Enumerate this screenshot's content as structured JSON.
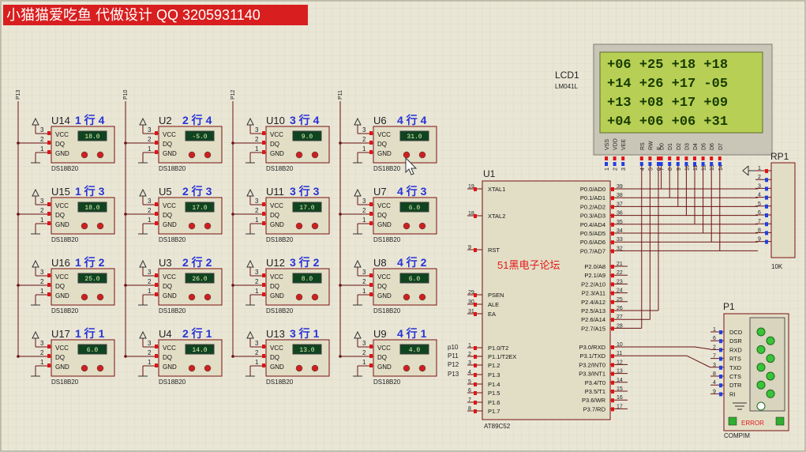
{
  "banner": "小猫猫爱吃鱼 代做设计 QQ 3205931140",
  "colors": {
    "banner_bg": "#d81e1e",
    "lcd_bg": "#b7cf54",
    "lcd_text": "#173b00",
    "blue_label": "#2632d6",
    "red_text": "#e21a1a",
    "wire": "#7a1010",
    "pin_red": "#e01414",
    "pin_blue": "#2040e0"
  },
  "lcd": {
    "ref": "LCD1",
    "part": "LM041L",
    "rows": [
      "+06 +25 +18 +18",
      "+14 +26 +17 -05",
      "+13 +08 +17 +09",
      "+04 +06 +06 +31"
    ],
    "pin_names": [
      "VSS",
      "VDD",
      "VEE",
      "RS",
      "RW",
      "E",
      "D0",
      "D1",
      "D2",
      "D3",
      "D4",
      "D5",
      "D6",
      "D7"
    ],
    "pin_numbers": [
      "1",
      "2",
      "3",
      "4",
      "5",
      "6",
      "7",
      "8",
      "9",
      "10",
      "11",
      "12",
      "13",
      "14"
    ]
  },
  "bus_labels": [
    "P13",
    "P10",
    "P12",
    "P11"
  ],
  "sensor_common": {
    "vcc": "VCC",
    "dq": "DQ",
    "gnd": "GND",
    "part": "DS18B20",
    "pin1": "1",
    "pin2": "2",
    "pin3": "3"
  },
  "sensors": [
    {
      "ref": "U14",
      "label": "1 行 4",
      "value": "18.0"
    },
    {
      "ref": "U15",
      "label": "1 行 3",
      "value": "18.0"
    },
    {
      "ref": "U16",
      "label": "1 行 2",
      "value": "25.0"
    },
    {
      "ref": "U17",
      "label": "1 行 1",
      "value": "6.0"
    },
    {
      "ref": "U2",
      "label": "2 行 4",
      "value": "-5.0"
    },
    {
      "ref": "U5",
      "label": "2 行 3",
      "value": "17.0"
    },
    {
      "ref": "U3",
      "label": "2 行 2",
      "value": "26.0"
    },
    {
      "ref": "U4",
      "label": "2 行 1",
      "value": "14.0"
    },
    {
      "ref": "U10",
      "label": "3 行 4",
      "value": "9.0"
    },
    {
      "ref": "U11",
      "label": "3 行 3",
      "value": "17.0"
    },
    {
      "ref": "U12",
      "label": "3 行 2",
      "value": "8.0"
    },
    {
      "ref": "U13",
      "label": "3 行 1",
      "value": "13.0"
    },
    {
      "ref": "U6",
      "label": "4 行 4",
      "value": "31.0"
    },
    {
      "ref": "U7",
      "label": "4 行 3",
      "value": "6.0"
    },
    {
      "ref": "U8",
      "label": "4 行 2",
      "value": "6.0"
    },
    {
      "ref": "U9",
      "label": "4 行 1",
      "value": "4.0"
    }
  ],
  "mcu": {
    "ref": "U1",
    "part": "AT89C52",
    "watermark": "51黑电子论坛",
    "left_pins": [
      {
        "num": "19",
        "name": "XTAL1"
      },
      {
        "num": "18",
        "name": "XTAL2"
      },
      {
        "num": "9",
        "name": "RST"
      },
      {
        "num": "29",
        "name": "PSEN"
      },
      {
        "num": "30",
        "name": "ALE"
      },
      {
        "num": "31",
        "name": "EA"
      },
      {
        "num": "1",
        "name": "P1.0/T2"
      },
      {
        "num": "2",
        "name": "P1.1/T2EX"
      },
      {
        "num": "3",
        "name": "P1.2"
      },
      {
        "num": "4",
        "name": "P1.3"
      },
      {
        "num": "5",
        "name": "P1.4"
      },
      {
        "num": "6",
        "name": "P1.5"
      },
      {
        "num": "7",
        "name": "P1.6"
      },
      {
        "num": "8",
        "name": "P1.7"
      }
    ],
    "right_pins": [
      {
        "num": "39",
        "name": "P0.0/AD0"
      },
      {
        "num": "38",
        "name": "P0.1/AD1"
      },
      {
        "num": "37",
        "name": "P0.2/AD2"
      },
      {
        "num": "36",
        "name": "P0.3/AD3"
      },
      {
        "num": "35",
        "name": "P0.4/AD4"
      },
      {
        "num": "34",
        "name": "P0.5/AD5"
      },
      {
        "num": "33",
        "name": "P0.6/AD6"
      },
      {
        "num": "32",
        "name": "P0.7/AD7"
      },
      {
        "num": "21",
        "name": "P2.0/A8"
      },
      {
        "num": "22",
        "name": "P2.1/A9"
      },
      {
        "num": "23",
        "name": "P2.2/A10"
      },
      {
        "num": "24",
        "name": "P2.3/A11"
      },
      {
        "num": "25",
        "name": "P2.4/A12"
      },
      {
        "num": "26",
        "name": "P2.5/A13"
      },
      {
        "num": "27",
        "name": "P2.6/A14"
      },
      {
        "num": "28",
        "name": "P2.7/A15"
      },
      {
        "num": "10",
        "name": "P3.0/RXD"
      },
      {
        "num": "11",
        "name": "P3.1/TXD"
      },
      {
        "num": "12",
        "name": "P3.2/INT0"
      },
      {
        "num": "13",
        "name": "P3.3/INT1"
      },
      {
        "num": "14",
        "name": "P3.4/T0"
      },
      {
        "num": "15",
        "name": "P3.5/T1"
      },
      {
        "num": "16",
        "name": "P3.6/WR"
      },
      {
        "num": "17",
        "name": "P3.7/RD"
      }
    ],
    "port_labels": [
      "p10",
      "P11",
      "P12",
      "P13"
    ]
  },
  "resistor_pack": {
    "ref": "RP1",
    "value": "10K",
    "pins": [
      "1",
      "2",
      "3",
      "4",
      "5",
      "6",
      "7",
      "8",
      "9"
    ]
  },
  "serial": {
    "ref": "P1",
    "part": "COMPIM",
    "error": "ERROR",
    "pins": [
      {
        "num": "1",
        "name": "DCD"
      },
      {
        "num": "6",
        "name": "DSR"
      },
      {
        "num": "2",
        "name": "RXD"
      },
      {
        "num": "7",
        "name": "RTS"
      },
      {
        "num": "3",
        "name": "TXD"
      },
      {
        "num": "8",
        "name": "CTS"
      },
      {
        "num": "4",
        "name": "DTR"
      },
      {
        "num": "9",
        "name": "RI"
      }
    ]
  }
}
